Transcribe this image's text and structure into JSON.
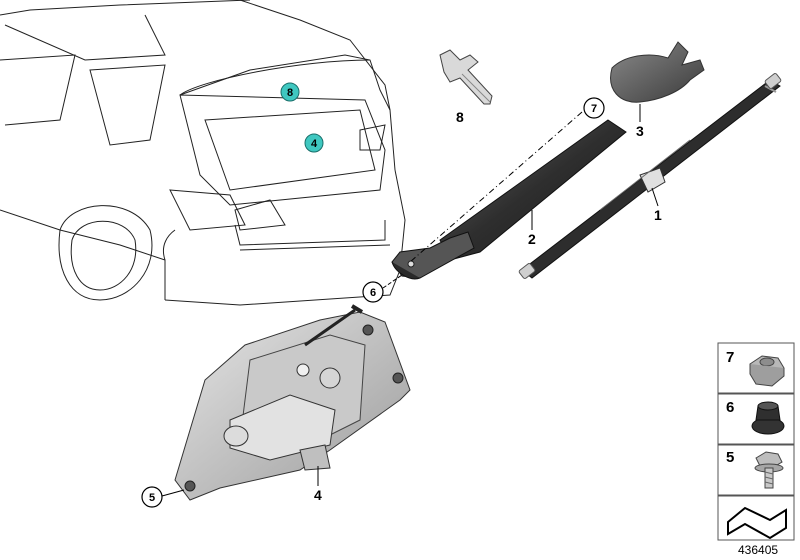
{
  "diagram_id": "436405",
  "part_labels": [
    {
      "num": "1",
      "name": "wiper-blade"
    },
    {
      "num": "2",
      "name": "wiper-arm"
    },
    {
      "num": "3",
      "name": "cover-cap"
    },
    {
      "num": "4",
      "name": "wiper-motor"
    },
    {
      "num": "8",
      "name": "washer-nozzle"
    }
  ],
  "circle_labels": [
    {
      "num": "4",
      "style": "teal"
    },
    {
      "num": "5",
      "style": "white"
    },
    {
      "num": "6",
      "style": "white"
    },
    {
      "num": "7",
      "style": "white"
    },
    {
      "num": "8",
      "style": "teal"
    }
  ],
  "side_panel": [
    {
      "num": "7",
      "name": "hex-nut"
    },
    {
      "num": "6",
      "name": "grommet"
    },
    {
      "num": "5",
      "name": "hex-bolt"
    }
  ],
  "colors": {
    "teal_marker": "#3fc7c0",
    "part_dark": "#3a3a3a",
    "part_gray": "#b5b5b5",
    "outline": "#222222"
  }
}
